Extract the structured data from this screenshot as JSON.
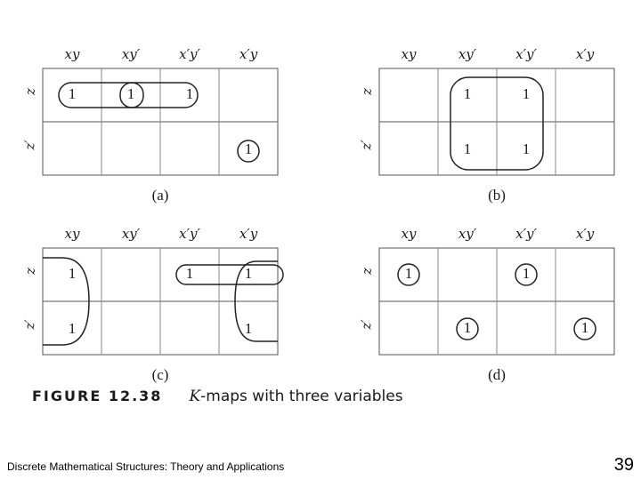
{
  "figure": {
    "label": "FIGURE 12.38",
    "title_k": "K",
    "title_rest": "-maps with three variables"
  },
  "footer": {
    "course": "Discrete Mathematical Structures: Theory and Applications",
    "page_number": "39"
  },
  "columns": [
    "xy",
    "xy′",
    "x′y′",
    "x′y"
  ],
  "rows": [
    "z",
    "z′"
  ],
  "maps": [
    {
      "caption": "(a)",
      "cells": [
        [
          "1",
          "1",
          "1",
          ""
        ],
        [
          "",
          "",
          "",
          "1"
        ]
      ],
      "groups": [
        "z row: xy, xy′, x′y′",
        "xy′ single",
        "x′yz′ single"
      ]
    },
    {
      "caption": "(b)",
      "cells": [
        [
          "",
          "1",
          "1",
          ""
        ],
        [
          "",
          "1",
          "1",
          ""
        ]
      ],
      "groups": [
        "quad: xy′, x′y′ columns"
      ]
    },
    {
      "caption": "(c)",
      "cells": [
        [
          "1",
          "",
          "1",
          "1"
        ],
        [
          "1",
          "",
          "",
          "1"
        ]
      ],
      "groups": [
        "wrap column pair: xy, x′y",
        "z row: x′y′, x′y"
      ]
    },
    {
      "caption": "(d)",
      "cells": [
        [
          "1",
          "",
          "1",
          ""
        ],
        [
          "",
          "1",
          "",
          "1"
        ]
      ],
      "groups": [
        "four single minterms"
      ]
    }
  ]
}
